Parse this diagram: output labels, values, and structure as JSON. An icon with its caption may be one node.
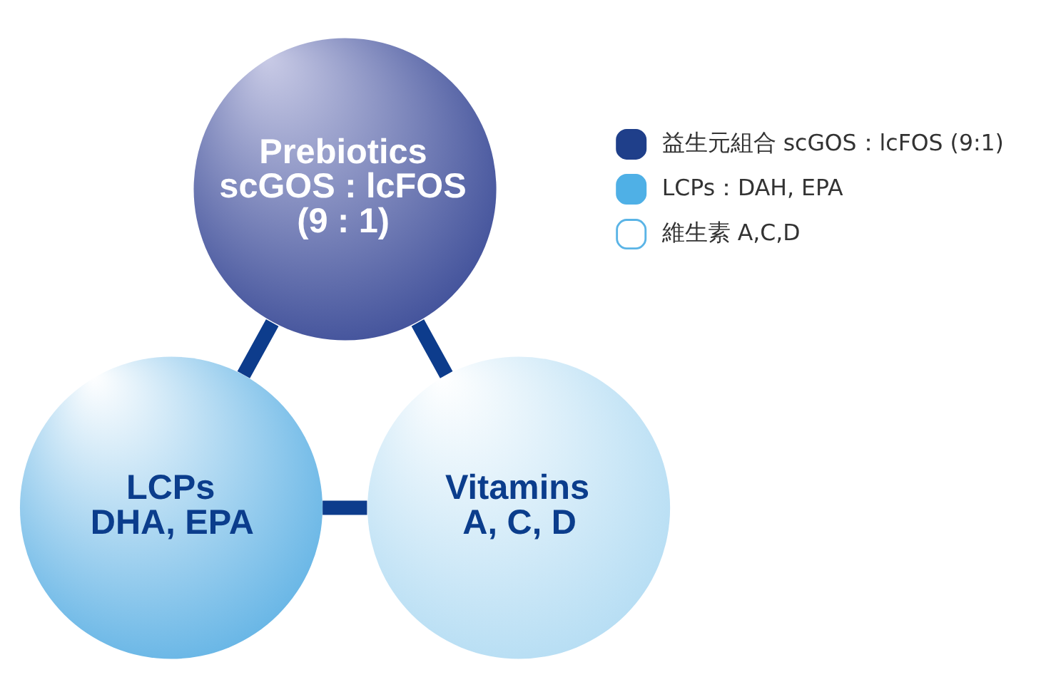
{
  "diagram": {
    "nodes": [
      {
        "text": [
          "Prebiotics",
          "scGOS : lcFOS (9 : 1)"
        ]
      },
      {
        "text": [
          "LCPs",
          "DHA, EPA"
        ]
      },
      {
        "text": [
          "Vitamins",
          "A, C, D"
        ]
      }
    ],
    "edges": [
      {
        "from": 0,
        "to": 1,
        "arrow": "none"
      },
      {
        "from": 0,
        "to": 2,
        "arrow": "none"
      },
      {
        "from": 1,
        "to": 2,
        "arrow": "none"
      }
    ],
    "legend": [
      {
        "text": "益生元組合 scGOS：lcFOS (9:1)",
        "color": "#1f3f8a"
      },
      {
        "text": "LCPs：DAH, EPA",
        "color": "#4fb0e6"
      },
      {
        "text": "維生素 A,C,D",
        "color": "#ffffff"
      }
    ]
  }
}
